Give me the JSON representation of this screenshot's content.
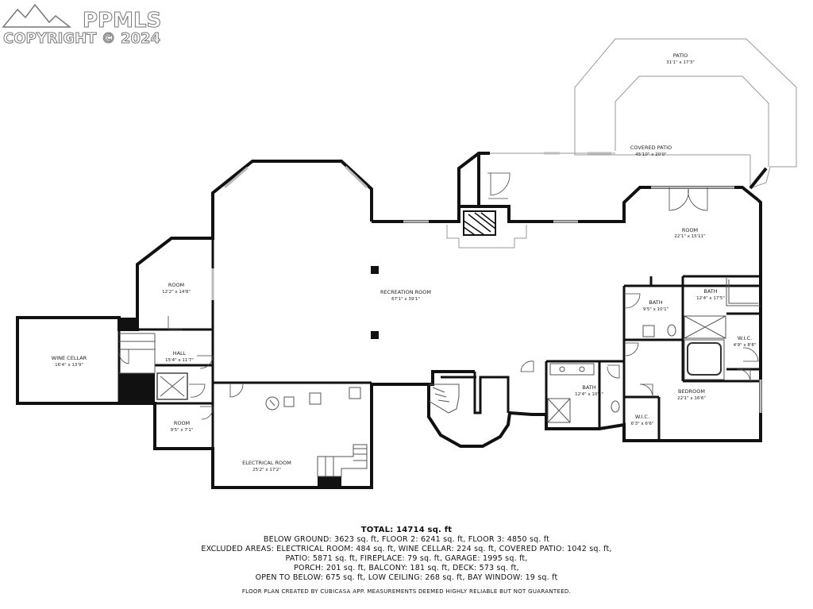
{
  "watermark": {
    "brand": "PPMLS",
    "copyright": "COPYRIGHT © 2024"
  },
  "rooms": {
    "patio": {
      "name": "PATIO",
      "dim": "31'1\" x 17'3\""
    },
    "covered_patio": {
      "name": "COVERED PATIO",
      "dim": "45'10\" x 20'0\""
    },
    "room_east": {
      "name": "ROOM",
      "dim": "22'1\" x 15'11\""
    },
    "recreation": {
      "name": "RECREATION ROOM",
      "dim": "67'1\" x 39'1\""
    },
    "room_west": {
      "name": "ROOM",
      "dim": "12'2\" x 14'8\""
    },
    "wine_cellar": {
      "name": "WINE CELLAR",
      "dim": "16'4\" x 13'9\""
    },
    "hall": {
      "name": "HALL",
      "dim": "15'4\" x 11'7\""
    },
    "room_small": {
      "name": "ROOM",
      "dim": "9'5\" x 7'1\""
    },
    "electrical": {
      "name": "ELECTRICAL ROOM",
      "dim": "25'2\" x 17'2\""
    },
    "bath1": {
      "name": "BATH",
      "dim": "9'5\" x 10'1\""
    },
    "bath2": {
      "name": "BATH",
      "dim": "12'4\" x 17'5\""
    },
    "wic1": {
      "name": "W.I.C.",
      "dim": "4'9\" x 8'8\""
    },
    "bath3": {
      "name": "BATH",
      "dim": "12'4\" x 10'4\""
    },
    "bedroom": {
      "name": "BEDROOM",
      "dim": "22'1\" x 16'6\""
    },
    "wic2": {
      "name": "W.I.C.",
      "dim": "6'3\" x 6'6\""
    }
  },
  "totals": {
    "total": "TOTAL: 14714 sq. ft",
    "lines": [
      "BELOW GROUND: 3623 sq. ft, FLOOR 2: 6241 sq. ft, FLOOR 3: 4850 sq. ft",
      "EXCLUDED AREAS: ELECTRICAL ROOM: 484 sq. ft, WINE CELLAR: 224 sq. ft, COVERED PATIO: 1042 sq. ft,",
      "PATIO: 5871 sq. ft, FIREPLACE: 79 sq. ft, GARAGE: 1995 sq. ft,",
      "PORCH: 201 sq. ft, BALCONY: 181 sq. ft, DECK: 573 sq. ft,",
      "OPEN TO BELOW: 675 sq. ft, LOW CEILING: 268 sq. ft, BAY WINDOW: 19 sq. ft"
    ]
  },
  "disclaimer": "FLOOR PLAN CREATED BY CUBICASA APP. MEASUREMENTS DEEMED HIGHLY RELIABLE BUT NOT GUARANTEED."
}
